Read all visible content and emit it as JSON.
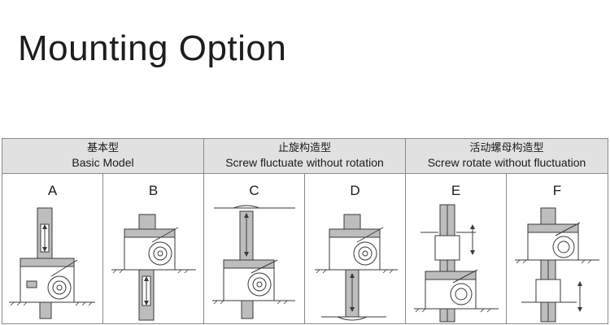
{
  "page": {
    "title": "Mounting Option"
  },
  "groups": [
    {
      "cn": "基本型",
      "en": "Basic Model"
    },
    {
      "cn": "止旋构造型",
      "en": "Screw fluctuate without rotation"
    },
    {
      "cn": "活动螺母构造型",
      "en": "Screw rotate without fluctuation"
    }
  ],
  "options": [
    {
      "letter": "A"
    },
    {
      "letter": "B"
    },
    {
      "letter": "C"
    },
    {
      "letter": "D"
    },
    {
      "letter": "E"
    },
    {
      "letter": "F"
    }
  ]
}
